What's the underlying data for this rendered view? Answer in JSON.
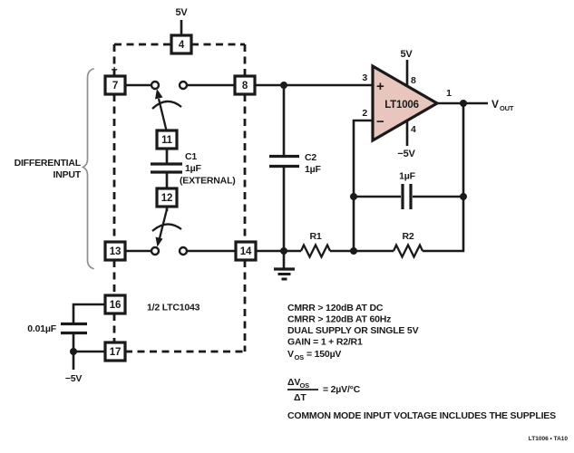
{
  "figure": {
    "footer": "LT1006 • TA10",
    "line_color": "#1a1a1a"
  },
  "ltc1043": {
    "name": "1/2 LTC1043",
    "pins": {
      "p4": "4",
      "p7": "7",
      "p8": "8",
      "p11": "11",
      "p12": "12",
      "p13": "13",
      "p14": "14",
      "p16": "16",
      "p17": "17"
    }
  },
  "opamp": {
    "name": "LT1006",
    "fill": "#e9c6bd",
    "plus": "+",
    "minus": "−",
    "pin_noninv": "3",
    "pin_inv": "2",
    "pin_vplus": "8",
    "pin_vminus": "4",
    "pin_out": "1",
    "supply_pos": "5V",
    "supply_neg": "−5V"
  },
  "labels": {
    "supply_top": "5V",
    "supply_bottom_left": "−5V",
    "plus_input": "+",
    "diff_line1": "DIFFERENTIAL",
    "diff_line2": "INPUT",
    "c1_name": "C1",
    "c1_value": "1µF",
    "c1_note": "(EXTERNAL)",
    "c2_name": "C2",
    "c2_value": "1µF",
    "cfb_value": "1µF",
    "cb_value": "0.01µF",
    "r1": "R1",
    "r2": "R2",
    "vout_v": "V",
    "vout_sub": "OUT"
  },
  "notes": {
    "line1": "CMRR > 120dB AT DC",
    "line2": "CMRR > 120dB AT 60Hz",
    "line3": "DUAL SUPPLY OR SINGLE 5V",
    "line4": "GAIN = 1 + R2/R1",
    "vos_v": "V",
    "vos_sub": "OS",
    "vos_eq": "= 150µV",
    "frac_num": "ΔV",
    "frac_num_sub": "OS",
    "frac_den": "ΔT",
    "frac_eq": "= 2µV/°C",
    "common_mode": "COMMON MODE INPUT VOLTAGE INCLUDES THE SUPPLIES"
  }
}
